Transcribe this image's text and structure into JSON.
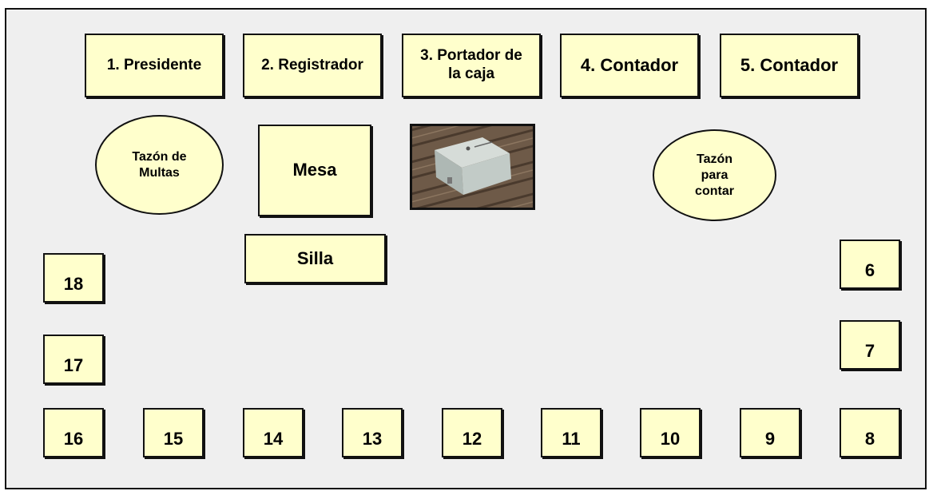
{
  "roles": [
    {
      "key": "presidente",
      "label": "1. Presidente"
    },
    {
      "key": "registrador",
      "label": "2. Registrador"
    },
    {
      "key": "portador",
      "label": "3. Portador de la caja"
    },
    {
      "key": "contador1",
      "label": "4. Contador"
    },
    {
      "key": "contador2",
      "label": "5. Contador"
    }
  ],
  "bowls": {
    "multas": "Tazón de Multas",
    "contar": "Tazón para contar"
  },
  "furniture": {
    "mesa": "Mesa",
    "silla": "Silla"
  },
  "photo": {
    "icon": "cash-box-photo"
  },
  "seats": {
    "s6": "6",
    "s7": "7",
    "s8": "8",
    "s9": "9",
    "s10": "10",
    "s11": "11",
    "s12": "12",
    "s13": "13",
    "s14": "14",
    "s15": "15",
    "s16": "16",
    "s17": "17",
    "s18": "18"
  },
  "colors": {
    "fill": "#ffffcc",
    "background": "#efefef",
    "border": "#111111"
  }
}
